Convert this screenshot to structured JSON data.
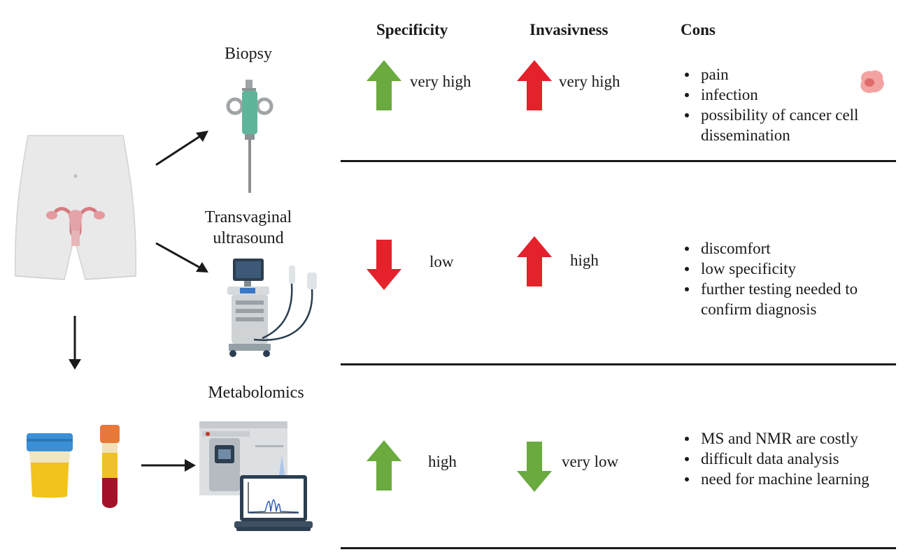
{
  "headers": {
    "specificity": "Specificity",
    "invasiveness": "Invasivness",
    "cons": "Cons"
  },
  "methods": [
    {
      "name": "Biopsy",
      "specificity": {
        "label": "very high",
        "direction": "up",
        "color": "#6aaa3f"
      },
      "invasiveness": {
        "label": "very high",
        "direction": "up",
        "color": "#e5212b"
      },
      "cons": [
        "pain",
        "infection",
        "possibility of cancer cell dissemination"
      ]
    },
    {
      "name": "Transvaginal ultrasound",
      "specificity": {
        "label": "low",
        "direction": "down",
        "color": "#e5212b"
      },
      "invasiveness": {
        "label": "high",
        "direction": "up",
        "color": "#e5212b"
      },
      "cons": [
        "discomfort",
        "low specificity",
        "further testing needed to confirm diagnosis"
      ]
    },
    {
      "name": "Metabolomics",
      "specificity": {
        "label": "high",
        "direction": "up",
        "color": "#6aaa3f"
      },
      "invasiveness": {
        "label": "very low",
        "direction": "down",
        "color": "#6aaa3f"
      },
      "cons": [
        "MS and NMR are costly",
        "difficult data analysis",
        "need for machine learning"
      ]
    }
  ],
  "icons": [
    "female-body-uterus-icon",
    "biopsy-needle-icon",
    "ultrasound-machine-icon",
    "urine-sample-cup-icon",
    "blood-tube-icon",
    "mass-spectrometer-icon",
    "laptop-chromatogram-icon",
    "cancer-cell-icon"
  ]
}
